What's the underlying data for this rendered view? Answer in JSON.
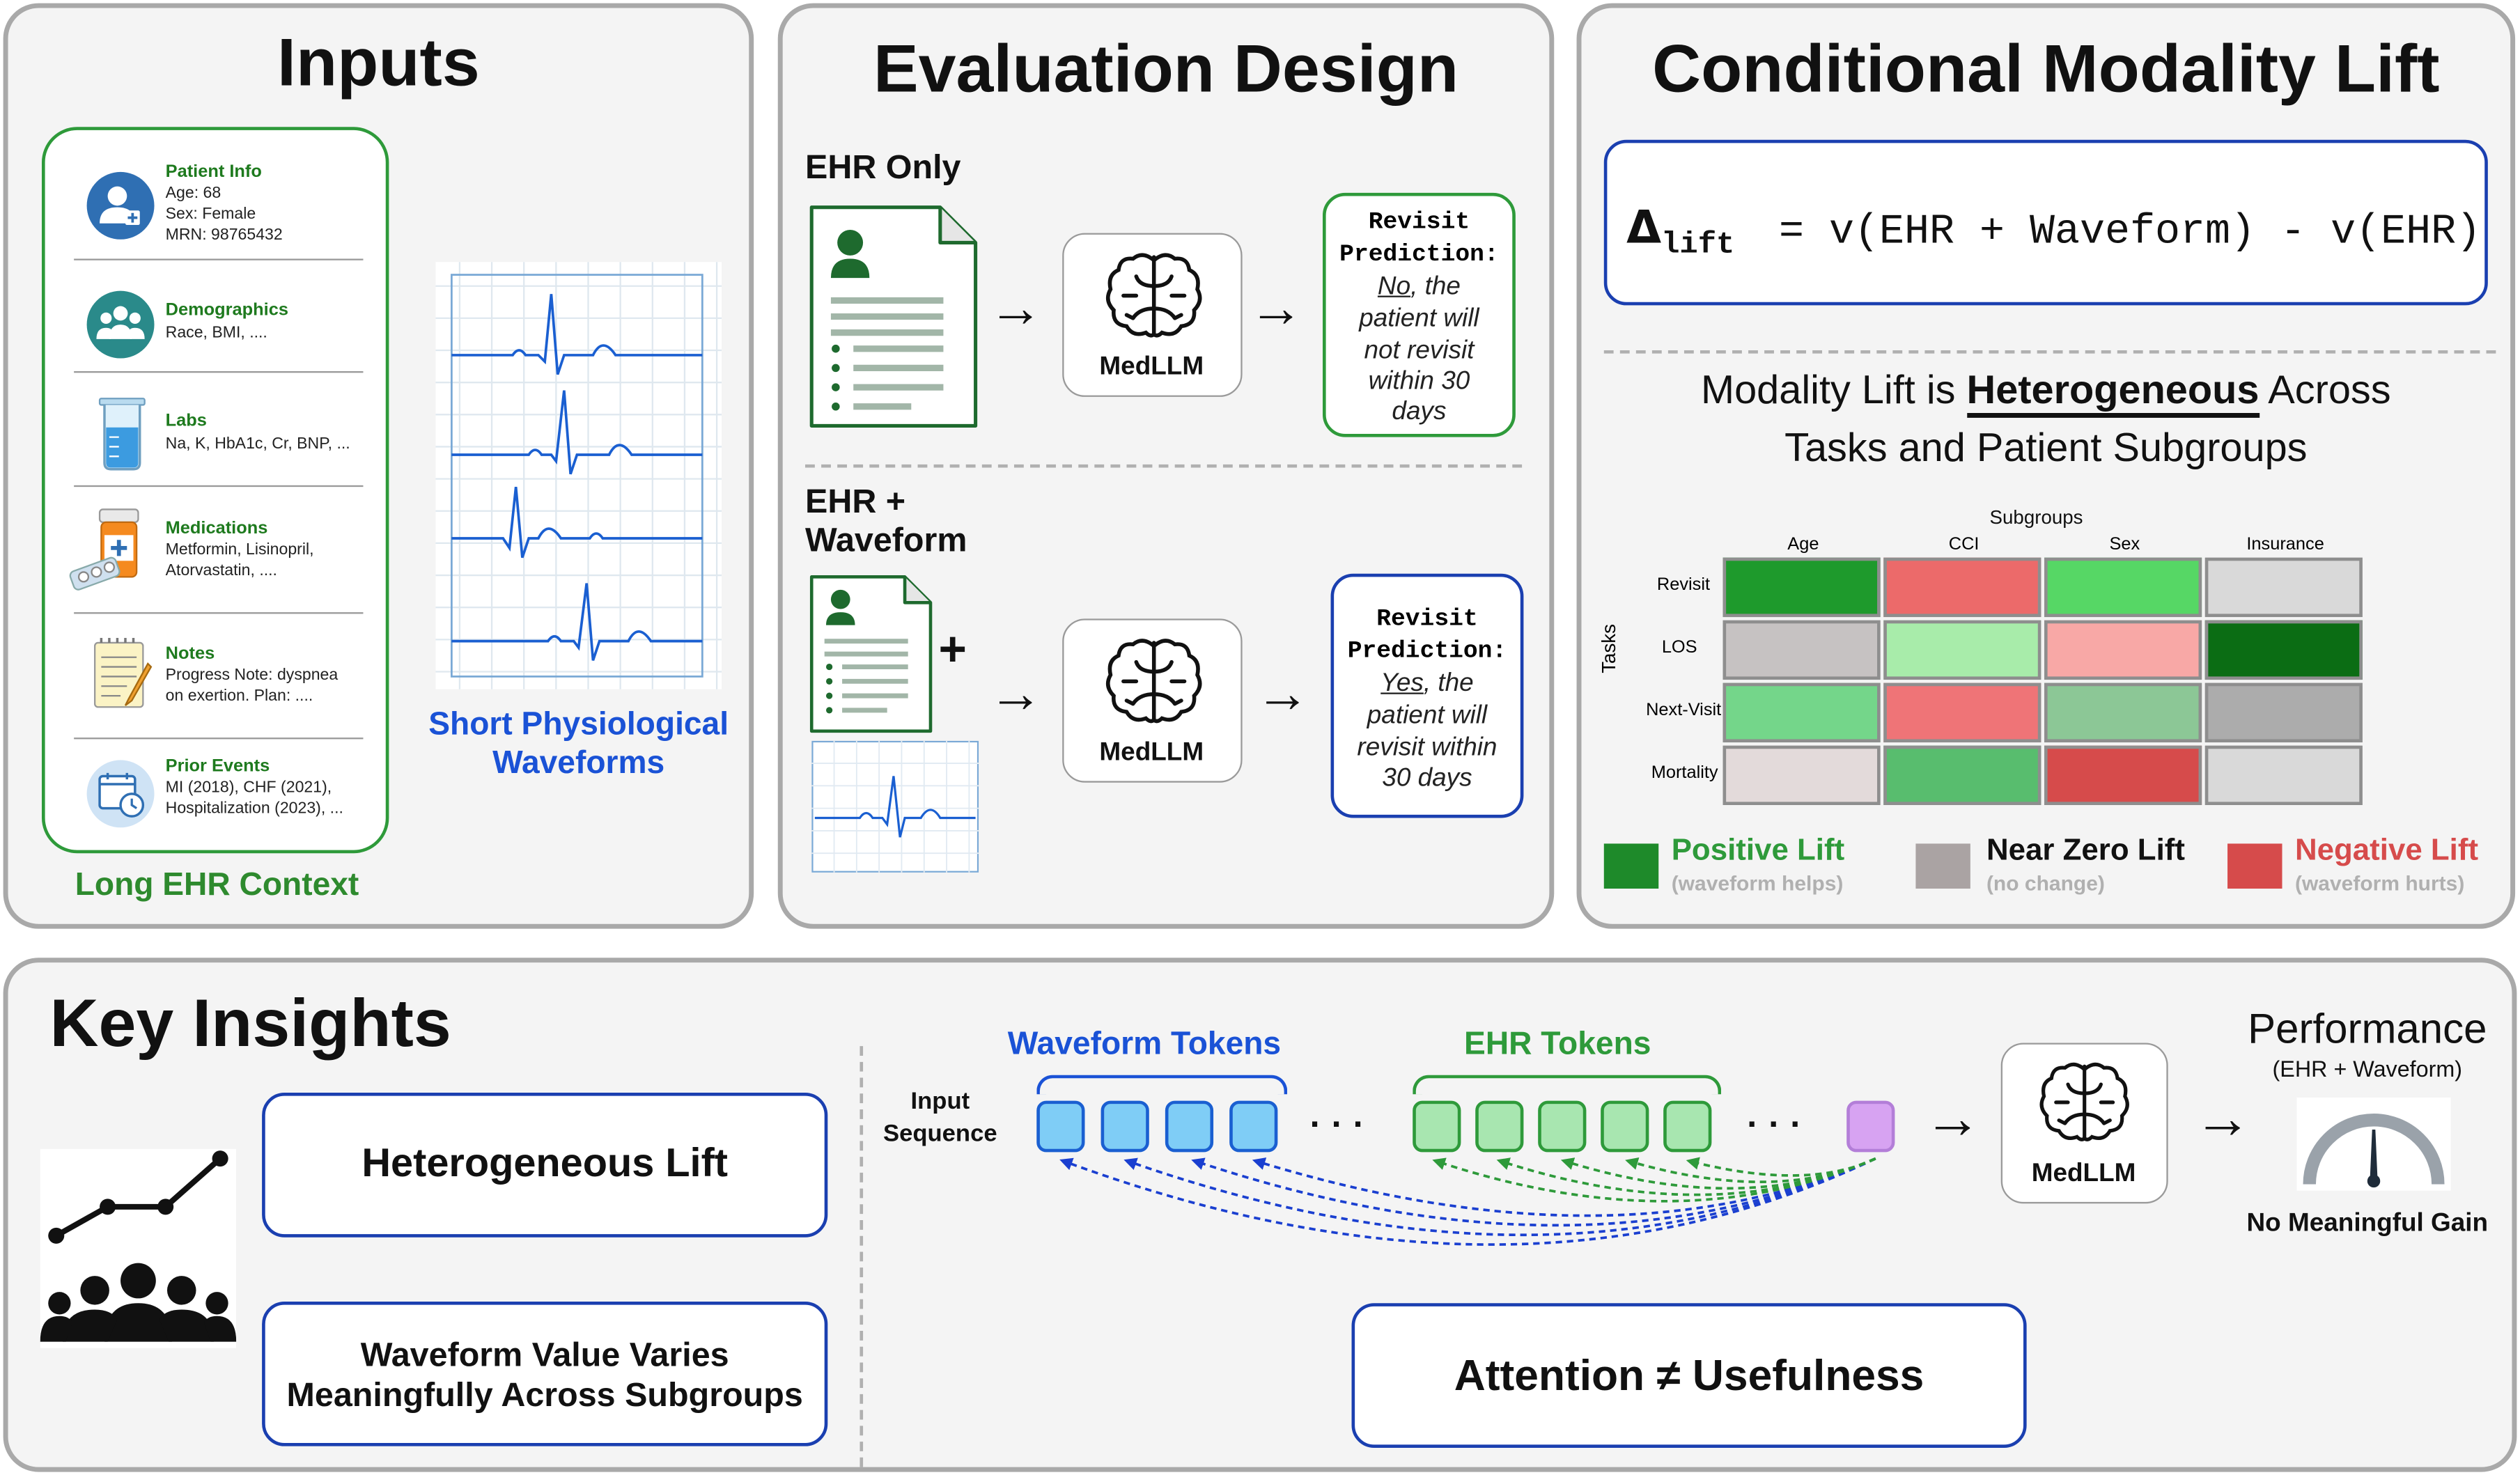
{
  "inputs": {
    "title": "Inputs",
    "ehr_items": [
      {
        "title": "Patient Info",
        "lines": [
          "Age: 68",
          "Sex: Female",
          "MRN: 98765432"
        ],
        "icon": "patient-icon"
      },
      {
        "title": "Demographics",
        "lines": [
          "Race, BMI, ...."
        ],
        "icon": "group-icon"
      },
      {
        "title": "Labs",
        "lines": [
          "Na, K, HbA1c, Cr, BNP, ..."
        ],
        "icon": "beaker-icon"
      },
      {
        "title": "Medications",
        "lines": [
          "Metformin, Lisinopril,",
          "Atorvastatin, ...."
        ],
        "icon": "pill-bottle-icon"
      },
      {
        "title": "Notes",
        "lines": [
          "Progress Note: dyspnea",
          "on exertion. Plan: ...."
        ],
        "icon": "notepad-icon"
      },
      {
        "title": "Prior Events",
        "lines": [
          "MI (2018), CHF (2021),",
          "Hospitalization (2023), ..."
        ],
        "icon": "calendar-clock-icon"
      }
    ],
    "ehr_caption": "Long EHR Context",
    "waveform_caption_1": "Short Physiological",
    "waveform_caption_2": "Waveforms"
  },
  "evaluation": {
    "title": "Evaluation Design",
    "ehr_only_label": "EHR Only",
    "ehr_wave_label_1": "EHR +",
    "ehr_wave_label_2": "Waveform",
    "model_label": "MedLLM",
    "plus": "+",
    "pred_title_1": "Revisit",
    "pred_title_2": "Prediction:",
    "pred1_answer": "No",
    "pred1_rest_1": ", the",
    "pred1_lines": [
      "patient will",
      "not revisit",
      "within 30",
      "days"
    ],
    "pred2_answer": "Yes",
    "pred2_rest_1": ", the",
    "pred2_lines": [
      "patient will",
      "revisit within",
      "30 days"
    ]
  },
  "lift": {
    "title": "Conditional Modality Lift",
    "formula_delta": "Δ",
    "formula_sub": "lift",
    "formula_rhs": "= v(EHR + Waveform) - v(EHR)",
    "heading_1a": "Modality Lift is ",
    "heading_1b": "Heterogeneous",
    "heading_1c": " Across",
    "heading_2": "Tasks and Patient Subgroups",
    "heatmap": {
      "col_title": "Subgroups",
      "row_title": "Tasks",
      "cols": [
        "Age",
        "CCI",
        "Sex",
        "Insurance"
      ],
      "rows": [
        "Revisit",
        "LOS",
        "Next-Visit",
        "Mortality"
      ],
      "colors": [
        [
          "#1e9a2c",
          "#ec6a6a",
          "#56d765",
          "#d9d9d9"
        ],
        [
          "#c6c2c2",
          "#a8ecaa",
          "#f8a8a6",
          "#0b6d14"
        ],
        [
          "#74d68a",
          "#ef7477",
          "#8cc796",
          "#acacac"
        ],
        [
          "#e3dada",
          "#58bd6e",
          "#d64b4b",
          "#d9d9d9"
        ]
      ]
    },
    "legend": [
      {
        "label": "Positive Lift",
        "sub": "(waveform helps)",
        "color": "#1e8a2a",
        "text_color": "#2e9a3a"
      },
      {
        "label": "Near Zero Lift",
        "sub": "(no change)",
        "color": "#aaa3a3",
        "text_color": "#111111"
      },
      {
        "label": "Negative Lift",
        "sub": "(waveform hurts)",
        "color": "#d64b4b",
        "text_color": "#d64b4b"
      }
    ]
  },
  "insights": {
    "title": "Key Insights",
    "box1": "Heterogeneous Lift",
    "box2_1": "Waveform Value Varies",
    "box2_2": "Meaningfully Across Subgroups",
    "waveform_tokens": "Waveform Tokens",
    "ehr_tokens": "EHR Tokens",
    "input_seq_1": "Input",
    "input_seq_2": "Sequence",
    "ellipsis": "· · ·",
    "model_label": "MedLLM",
    "perf_title": "Performance",
    "perf_sub": "(EHR + Waveform)",
    "perf_result": "No Meaningful Gain",
    "attention_box": "Attention ≠ Usefulness",
    "gauge_level": 0.5
  },
  "colors": {
    "green": "#1e7a1e",
    "blue": "#1a52d6",
    "red": "#d64b4b",
    "border": "#a9a9a9"
  }
}
